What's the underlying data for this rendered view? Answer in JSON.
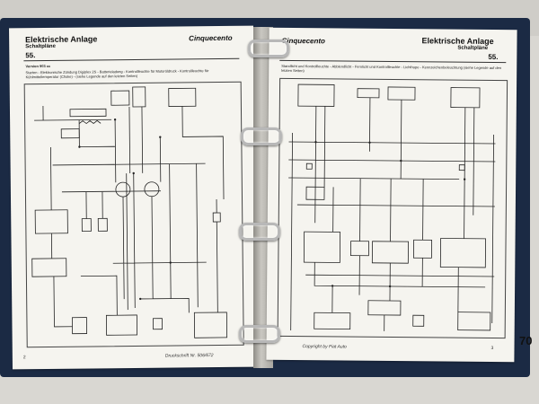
{
  "left_page": {
    "heading": "Elektrische Anlage",
    "subheading": "Schaltpläne",
    "brand": "Cinquecento",
    "section": "55.",
    "version": "Version 903 cc",
    "caption": "Starten - Elektronische Zündung Digiplex 2S - Batterieladung - Kontrollleuchte für Motoröldruck - Kontrollleuchte für Kühlmitteltemperatur (Choke) - (siehe Legende auf den letzten Seiten)",
    "footer_page": "2",
    "footer_text": "Druckschrift Nr. 506/672"
  },
  "right_page": {
    "brand": "Cinquecento",
    "heading": "Elektrische Anlage",
    "subheading": "Schaltpläne",
    "section": "55.",
    "caption": "Standlicht und Kontrollleuchte - Abblendlicht - Fernlicht und Kontrollleuchte - Lichthupe - Kennzeichenbeleuchtung (siehe Legende auf den letzten Seiten)",
    "footer_text": "Copyright by Fiat Auto",
    "footer_page": "3",
    "tab_number": "70"
  },
  "colors": {
    "binder": "#1b2a44",
    "paper": "#f5f4ef",
    "ink": "#111111",
    "ring": "#b8b8b8"
  }
}
